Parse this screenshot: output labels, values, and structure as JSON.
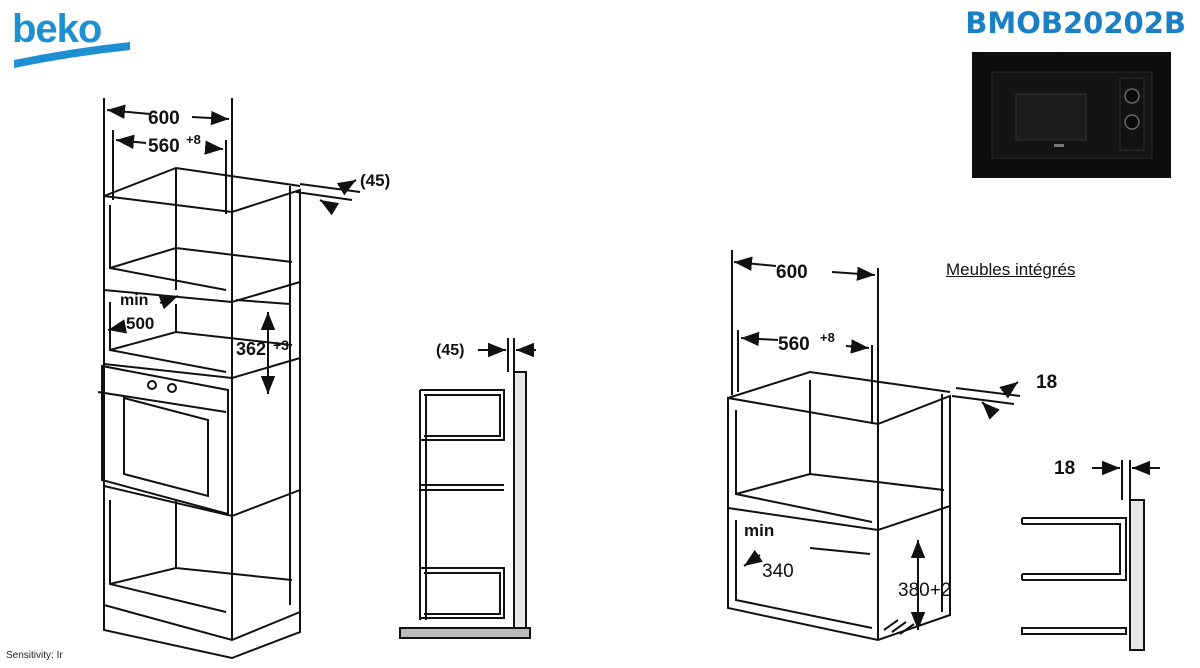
{
  "header": {
    "brand": "beko",
    "model": "BMOB20202B",
    "caption": "Meubles intégrés",
    "sensitivity": "Sensitivity: Ir"
  },
  "diagram_left": {
    "width_total": "600",
    "width_inner": "560",
    "width_inner_tol": "+8",
    "depth_gap": "(45)",
    "min_label": "min",
    "min_depth": "500",
    "niche_height": "362",
    "niche_height_tol": "+3"
  },
  "diagram_side_left": {
    "gap": "(45)"
  },
  "diagram_right": {
    "width_total": "600",
    "width_inner": "560",
    "width_inner_tol": "+8",
    "panel_thickness": "18",
    "min_label": "min",
    "min_depth": "340",
    "niche_height": "380+2"
  },
  "diagram_side_right": {
    "panel_thickness": "18"
  },
  "colors": {
    "brand": "#1e8fd0",
    "model": "#1b7fc4",
    "line": "#111111",
    "photo_bg": "#0d0d0d"
  },
  "icons": [
    "brand-logo",
    "microwave-photo"
  ]
}
